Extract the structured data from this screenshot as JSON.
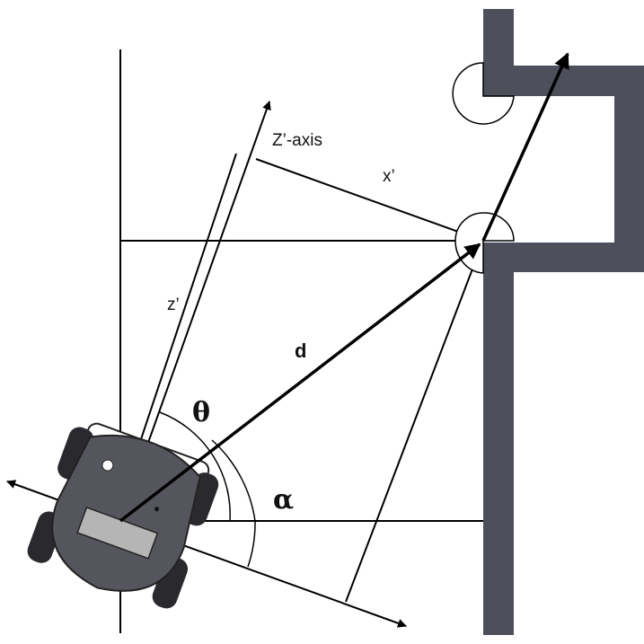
{
  "diagram": {
    "labels": {
      "z_axis": "Z’-axis",
      "x_prime": "x’",
      "z_prime": "z’",
      "distance": "d",
      "theta": "θ",
      "alpha": "α"
    },
    "colors": {
      "wall": "#4d4f5a",
      "robot_body": "#55565d",
      "robot_plate": "#b5b5b5",
      "line": "#000000"
    }
  }
}
